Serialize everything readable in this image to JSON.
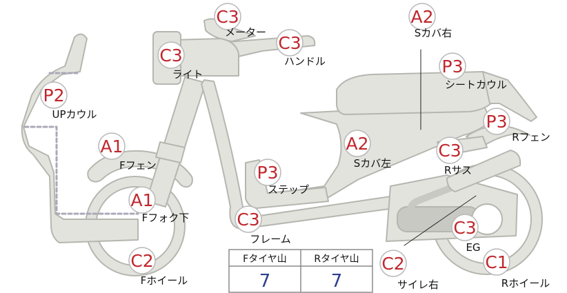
{
  "parts": [
    {
      "id": "meter",
      "grade": "C3",
      "label": "メーター"
    },
    {
      "id": "s-cover-right",
      "grade": "A2",
      "label": "Sカバ右"
    },
    {
      "id": "light",
      "grade": "C3",
      "label": "ライト"
    },
    {
      "id": "handle",
      "grade": "C3",
      "label": "ハンドル"
    },
    {
      "id": "seat-cowl",
      "grade": "P3",
      "label": "シートカウル"
    },
    {
      "id": "up-cowl",
      "grade": "P2",
      "label": "UPカウル"
    },
    {
      "id": "r-fender",
      "grade": "P3",
      "label": "Rフェン"
    },
    {
      "id": "f-fender",
      "grade": "A1",
      "label": "Fフェン"
    },
    {
      "id": "s-cover-left",
      "grade": "A2",
      "label": "Sカバ左"
    },
    {
      "id": "r-suspension",
      "grade": "C3",
      "label": "Rサス"
    },
    {
      "id": "step",
      "grade": "P3",
      "label": "ステップ"
    },
    {
      "id": "f-fork-lower",
      "grade": "A1",
      "label": "Fフォク下"
    },
    {
      "id": "frame",
      "grade": "C3",
      "label": "フレーム"
    },
    {
      "id": "engine",
      "grade": "C3",
      "label": "EG"
    },
    {
      "id": "f-wheel",
      "grade": "C2",
      "label": "Fホイール"
    },
    {
      "id": "muffler-right",
      "grade": "C2",
      "label": "サイレ右"
    },
    {
      "id": "r-wheel",
      "grade": "C1",
      "label": "Rホイール"
    }
  ],
  "tire_table": {
    "headers": [
      "Fタイヤ山",
      "Rタイヤ山"
    ],
    "values": [
      "7",
      "7"
    ]
  },
  "colors": {
    "body_fill": "#e3e3de",
    "body_stroke": "#b6b6b0",
    "dark_part": "#c9c9c4",
    "badge_fill": "#ffffff",
    "badge_stroke": "#b8b8b8",
    "badge_text": "#c0272d",
    "dotted_line": "#a9a9b8",
    "value_text": "#2a3f8f"
  }
}
